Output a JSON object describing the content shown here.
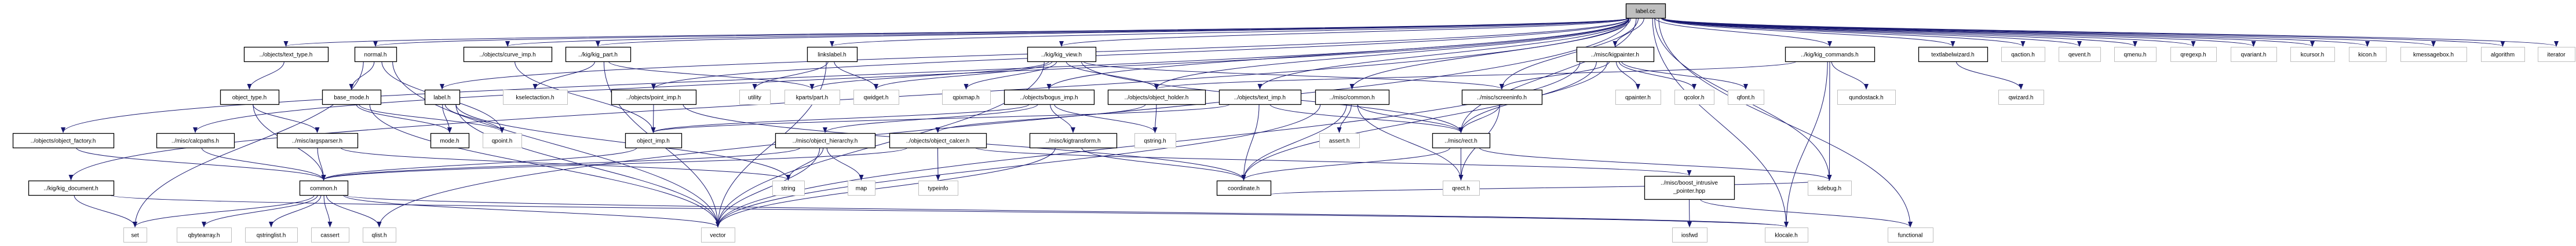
{
  "colors": {
    "edge": "#191970",
    "root_fill": "#bfbfbf",
    "file_border": "#000000",
    "system_border": "#bfbfbf",
    "background": "#ffffff"
  },
  "nodes": [
    {
      "label": "label.cc",
      "kind": "root"
    },
    {
      "label": "../objects/text_type.h",
      "kind": "file"
    },
    {
      "label": "normal.h",
      "kind": "file"
    },
    {
      "label": "../objects/curve_imp.h",
      "kind": "file"
    },
    {
      "label": "../kig/kig_part.h",
      "kind": "file"
    },
    {
      "label": "linkslabel.h",
      "kind": "file"
    },
    {
      "label": "../kig/kig_view.h",
      "kind": "file"
    },
    {
      "label": "../misc/kigpainter.h",
      "kind": "file"
    },
    {
      "label": "../kig/kig_commands.h",
      "kind": "file"
    },
    {
      "label": "textlabelwizard.h",
      "kind": "file"
    },
    {
      "label": "qaction.h",
      "kind": "system"
    },
    {
      "label": "qevent.h",
      "kind": "system"
    },
    {
      "label": "qmenu.h",
      "kind": "system"
    },
    {
      "label": "qregexp.h",
      "kind": "system"
    },
    {
      "label": "qvariant.h",
      "kind": "system"
    },
    {
      "label": "kcursor.h",
      "kind": "system"
    },
    {
      "label": "kicon.h",
      "kind": "system"
    },
    {
      "label": "kmessagebox.h",
      "kind": "system"
    },
    {
      "label": "algorithm",
      "kind": "system"
    },
    {
      "label": "iterator",
      "kind": "system"
    },
    {
      "label": "object_type.h",
      "kind": "file"
    },
    {
      "label": "base_mode.h",
      "kind": "file"
    },
    {
      "label": "label.h",
      "kind": "file"
    },
    {
      "label": "kselectaction.h",
      "kind": "system"
    },
    {
      "label": "../objects/point_imp.h",
      "kind": "file"
    },
    {
      "label": "utility",
      "kind": "system"
    },
    {
      "label": "kparts/part.h",
      "kind": "system"
    },
    {
      "label": "qwidget.h",
      "kind": "system"
    },
    {
      "label": "qpixmap.h",
      "kind": "system"
    },
    {
      "label": "../objects/bogus_imp.h",
      "kind": "file"
    },
    {
      "label": "../objects/object_holder.h",
      "kind": "file"
    },
    {
      "label": "../objects/text_imp.h",
      "kind": "file"
    },
    {
      "label": "../misc/common.h",
      "kind": "file"
    },
    {
      "label": "../misc/screeninfo.h",
      "kind": "file"
    },
    {
      "label": "qpainter.h",
      "kind": "system"
    },
    {
      "label": "qcolor.h",
      "kind": "system"
    },
    {
      "label": "qfont.h",
      "kind": "system"
    },
    {
      "label": "qundostack.h",
      "kind": "system"
    },
    {
      "label": "qwizard.h",
      "kind": "system"
    },
    {
      "label": "../objects/object_factory.h",
      "kind": "file"
    },
    {
      "label": "../misc/calcpaths.h",
      "kind": "file"
    },
    {
      "label": "../misc/argsparser.h",
      "kind": "file"
    },
    {
      "label": "mode.h",
      "kind": "file"
    },
    {
      "label": "qpoint.h",
      "kind": "system"
    },
    {
      "label": "object_imp.h",
      "kind": "file"
    },
    {
      "label": "../misc/object_hierarchy.h",
      "kind": "file"
    },
    {
      "label": "../objects/object_calcer.h",
      "kind": "file"
    },
    {
      "label": "../misc/kigtransform.h",
      "kind": "file"
    },
    {
      "label": "qstring.h",
      "kind": "system"
    },
    {
      "label": "assert.h",
      "kind": "system"
    },
    {
      "label": "../misc/rect.h",
      "kind": "file"
    },
    {
      "label": "../kig/kig_document.h",
      "kind": "file"
    },
    {
      "label": "common.h",
      "kind": "file"
    },
    {
      "label": "string",
      "kind": "system"
    },
    {
      "label": "map",
      "kind": "system"
    },
    {
      "label": "typeinfo",
      "kind": "system"
    },
    {
      "label": "coordinate.h",
      "kind": "file"
    },
    {
      "label": "qrect.h",
      "kind": "system"
    },
    {
      "label": "../misc/boost_intrusive",
      "label2": "_pointer.hpp",
      "kind": "file"
    },
    {
      "label": "kdebug.h",
      "kind": "system"
    },
    {
      "label": "set",
      "kind": "system"
    },
    {
      "label": "qbytearray.h",
      "kind": "system"
    },
    {
      "label": "qstringlist.h",
      "kind": "system"
    },
    {
      "label": "cassert",
      "kind": "system"
    },
    {
      "label": "qlist.h",
      "kind": "system"
    },
    {
      "label": "vector",
      "kind": "system"
    },
    {
      "label": "iosfwd",
      "kind": "system"
    },
    {
      "label": "klocale.h",
      "kind": "system"
    },
    {
      "label": "functional",
      "kind": "system"
    }
  ],
  "edges": [
    [
      0,
      1
    ],
    [
      0,
      2
    ],
    [
      0,
      3
    ],
    [
      0,
      4
    ],
    [
      0,
      5
    ],
    [
      0,
      6
    ],
    [
      0,
      7
    ],
    [
      0,
      8
    ],
    [
      0,
      9
    ],
    [
      0,
      10
    ],
    [
      0,
      11
    ],
    [
      0,
      12
    ],
    [
      0,
      13
    ],
    [
      0,
      14
    ],
    [
      0,
      15
    ],
    [
      0,
      16
    ],
    [
      0,
      17
    ],
    [
      0,
      18
    ],
    [
      0,
      19
    ],
    [
      0,
      39
    ],
    [
      0,
      51
    ],
    [
      0,
      40
    ],
    [
      0,
      22
    ],
    [
      0,
      24
    ],
    [
      0,
      29
    ],
    [
      0,
      30
    ],
    [
      0,
      31
    ],
    [
      0,
      32
    ],
    [
      0,
      33
    ],
    [
      0,
      50
    ],
    [
      0,
      59
    ],
    [
      0,
      67
    ],
    [
      0,
      68
    ],
    [
      0,
      64
    ],
    [
      1,
      20
    ],
    [
      20,
      41
    ],
    [
      20,
      52
    ],
    [
      2,
      21
    ],
    [
      2,
      60
    ],
    [
      2,
      43
    ],
    [
      2,
      65
    ],
    [
      21,
      42
    ],
    [
      21,
      43
    ],
    [
      21,
      65
    ],
    [
      22,
      42
    ],
    [
      22,
      43
    ],
    [
      22,
      65
    ],
    [
      22,
      53
    ],
    [
      41,
      52
    ],
    [
      41,
      53
    ],
    [
      40,
      52
    ],
    [
      39,
      52
    ],
    [
      51,
      60
    ],
    [
      51,
      67
    ],
    [
      52,
      60
    ],
    [
      52,
      61
    ],
    [
      52,
      62
    ],
    [
      52,
      63
    ],
    [
      52,
      64
    ],
    [
      52,
      65
    ],
    [
      52,
      67
    ],
    [
      3,
      44
    ],
    [
      4,
      23
    ],
    [
      4,
      65
    ],
    [
      4,
      26
    ],
    [
      5,
      25
    ],
    [
      5,
      27
    ],
    [
      5,
      65
    ],
    [
      24,
      44
    ],
    [
      24,
      56
    ],
    [
      44,
      52
    ],
    [
      45,
      53
    ],
    [
      45,
      54
    ],
    [
      45,
      65
    ],
    [
      45,
      52
    ],
    [
      6,
      26
    ],
    [
      6,
      27
    ],
    [
      6,
      28
    ],
    [
      6,
      30
    ],
    [
      6,
      50
    ],
    [
      6,
      33
    ],
    [
      6,
      65
    ],
    [
      29,
      44
    ],
    [
      29,
      47
    ],
    [
      29,
      48
    ],
    [
      29,
      45
    ],
    [
      30,
      48
    ],
    [
      30,
      46
    ],
    [
      46,
      55
    ],
    [
      46,
      58
    ],
    [
      46,
      52
    ],
    [
      47,
      56
    ],
    [
      47,
      65
    ],
    [
      31,
      56
    ],
    [
      31,
      50
    ],
    [
      31,
      44
    ],
    [
      32,
      49
    ],
    [
      32,
      56
    ],
    [
      32,
      50
    ],
    [
      32,
      57
    ],
    [
      32,
      65
    ],
    [
      33,
      50
    ],
    [
      33,
      57
    ],
    [
      50,
      56
    ],
    [
      50,
      57
    ],
    [
      50,
      59
    ],
    [
      7,
      33
    ],
    [
      7,
      50
    ],
    [
      7,
      34
    ],
    [
      7,
      35
    ],
    [
      7,
      36
    ],
    [
      7,
      56
    ],
    [
      7,
      65
    ],
    [
      8,
      37
    ],
    [
      8,
      59
    ],
    [
      8,
      67
    ],
    [
      8,
      30
    ],
    [
      9,
      38
    ],
    [
      58,
      66
    ],
    [
      58,
      68
    ],
    [
      56,
      59
    ]
  ]
}
